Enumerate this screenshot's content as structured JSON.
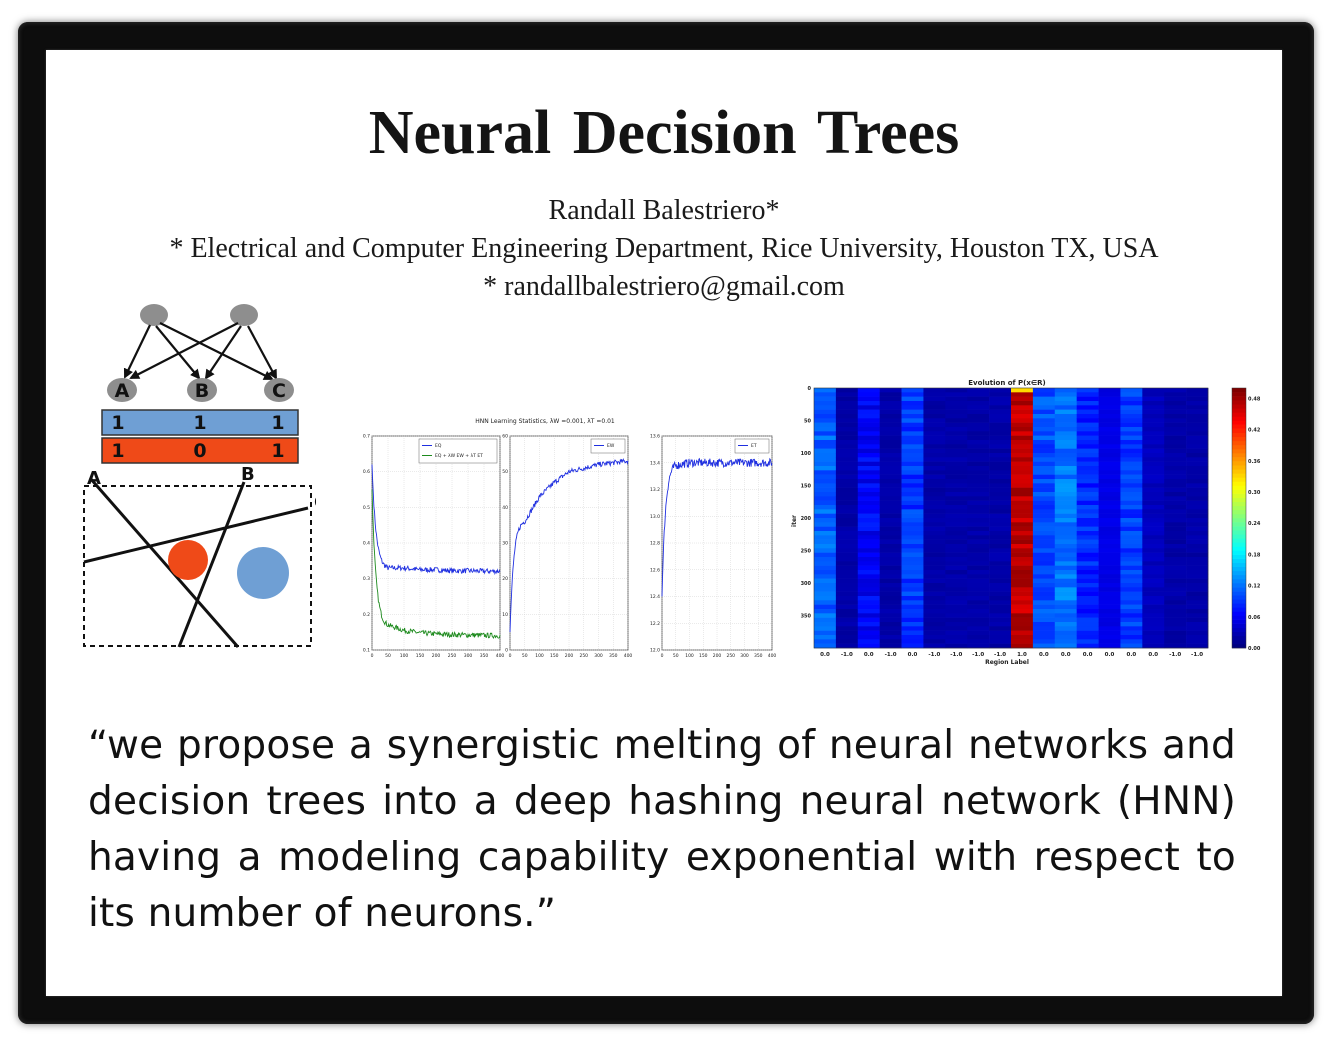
{
  "paper": {
    "title": "Neural Decision Trees",
    "author": "Randall Balestriero*",
    "affiliation": "* Electrical and Computer Engineering Department, Rice University, Houston TX, USA",
    "email": "* randallbalestriero@gmail.com"
  },
  "diagram": {
    "nodes": [
      "A",
      "B",
      "C"
    ],
    "code_blue": [
      "1",
      "1",
      "1"
    ],
    "code_red": [
      "1",
      "0",
      "1"
    ],
    "lines": [
      "A",
      "B",
      "C"
    ],
    "colors": {
      "node": "#8e8e8e",
      "blue_row": "#6f9fd4",
      "red_row": "#ef4a18",
      "red_circle": "#ef4a18",
      "blue_circle": "#6f9fd4"
    }
  },
  "quote": "“we propose a synergistic melting of neural networks and decision trees into a deep hashing neural network (HNN) having a modeling capability exponential with respect to its number of neurons.”",
  "chart_data": [
    {
      "type": "line",
      "title": "HNN Learning Statistics, λW =0.001, λT =0.01",
      "x": [
        0,
        50,
        100,
        150,
        200,
        250,
        300,
        350,
        400
      ],
      "xticks": [
        "0",
        "50",
        "100",
        "150",
        "200",
        "250",
        "300",
        "350",
        "400"
      ],
      "yticks": [
        "0.1",
        "0.2",
        "0.3",
        "0.4",
        "0.5",
        "0.6",
        "0.7"
      ],
      "ylim": [
        0.1,
        0.7
      ],
      "xlim": [
        0,
        400
      ],
      "series": [
        {
          "name": "EQ",
          "color": "#1f2fe0",
          "values": [
            0.62,
            0.33,
            0.33,
            0.325,
            0.325,
            0.322,
            0.322,
            0.321,
            0.321
          ]
        },
        {
          "name": "EQ + λW EW + λT ET",
          "color": "#1d8a1d",
          "values": [
            0.55,
            0.17,
            0.155,
            0.148,
            0.145,
            0.143,
            0.142,
            0.141,
            0.14
          ]
        }
      ],
      "legend": "top-right",
      "grid": true
    },
    {
      "type": "line",
      "x": [
        0,
        50,
        100,
        150,
        200,
        250,
        300,
        350,
        400
      ],
      "xticks": [
        "0",
        "50",
        "100",
        "150",
        "200",
        "250",
        "300",
        "350",
        "400"
      ],
      "yticks": [
        "0",
        "10",
        "20",
        "30",
        "40",
        "50",
        "60"
      ],
      "ylim": [
        0,
        60
      ],
      "xlim": [
        0,
        400
      ],
      "series": [
        {
          "name": "EW",
          "color": "#1f2fe0",
          "values": [
            5,
            36,
            43,
            47,
            50,
            51,
            52,
            52.5,
            53
          ]
        }
      ],
      "legend": "top-right",
      "grid": true
    },
    {
      "type": "line",
      "x": [
        0,
        50,
        100,
        150,
        200,
        250,
        300,
        350,
        400
      ],
      "xticks": [
        "0",
        "50",
        "100",
        "150",
        "200",
        "250",
        "300",
        "350",
        "400"
      ],
      "yticks": [
        "12.0",
        "12.2",
        "12.4",
        "12.6",
        "12.8",
        "13.0",
        "13.2",
        "13.4",
        "13.6"
      ],
      "ylim": [
        12.0,
        13.6
      ],
      "xlim": [
        0,
        400
      ],
      "series": [
        {
          "name": "ET",
          "color": "#1f2fe0",
          "values": [
            12.4,
            13.38,
            13.4,
            13.4,
            13.4,
            13.4,
            13.4,
            13.4,
            13.4
          ]
        }
      ],
      "legend": "top-right",
      "grid": true
    },
    {
      "type": "heatmap",
      "title": "Evolution of P(x∈R)",
      "xlabel": "Region Label",
      "ylabel": "iter",
      "xticks": [
        "0.0",
        "-1.0",
        "0.0",
        "-1.0",
        "0.0",
        "-1.0",
        "-1.0",
        "-1.0",
        "-1.0",
        "1.0",
        "0.0",
        "0.0",
        "0.0",
        "0.0",
        "0.0",
        "0.0",
        "-1.0",
        "-1.0"
      ],
      "yticks": [
        "0",
        "50",
        "100",
        "150",
        "200",
        "250",
        "300",
        "350"
      ],
      "ylim": [
        0,
        400
      ],
      "colorbar_ticks": [
        "0.00",
        "0.06",
        "0.12",
        "0.18",
        "0.24",
        "0.30",
        "0.36",
        "0.42",
        "0.48"
      ],
      "colorbar_range": [
        0,
        0.5
      ],
      "column_values": [
        0.11,
        0.02,
        0.06,
        0.02,
        0.09,
        0.02,
        0.02,
        0.02,
        0.02,
        0.47,
        0.1,
        0.12,
        0.08,
        0.05,
        0.09,
        0.03,
        0.02,
        0.02
      ]
    }
  ]
}
